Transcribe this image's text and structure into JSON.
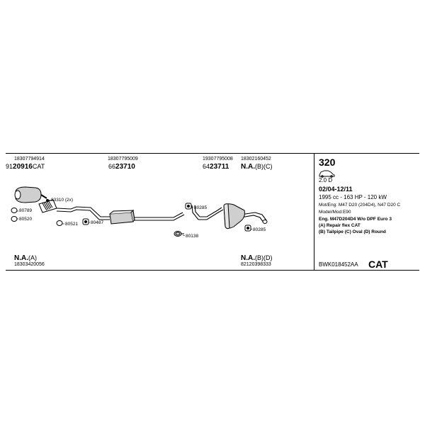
{
  "top_refs": [
    {
      "part_no": "18307794914",
      "prefix": "91",
      "code": "20916",
      "suffix": "CAT"
    },
    {
      "part_no": "18307795009",
      "prefix": "66",
      "code": "23710",
      "suffix": ""
    },
    {
      "part_no": "19307795008",
      "prefix": "64",
      "code": "23711",
      "suffix": ""
    },
    {
      "part_no": "18302160452",
      "prefix": "",
      "code": "N.A.",
      "suffix": "(B)(C)"
    }
  ],
  "bottom_refs": [
    {
      "code": "N.A.",
      "suffix": "(A)",
      "part_no": "18303420056"
    },
    {
      "code": "N.A.",
      "suffix": "(B)(D)",
      "part_no": "82120398333"
    }
  ],
  "fittings": {
    "f83310": "83310 (2x)",
    "f80789": "80789",
    "f80520": "80520",
    "f80521": "80521",
    "f80487": "80487",
    "f80285a": "80285",
    "f80285b": "80285",
    "f80138": "80138"
  },
  "vehicle": {
    "model": "320",
    "engine": "2.0 D",
    "period": "02/04-12/11",
    "power": "1995 cc - 163 HP - 120 kW",
    "mot_eng": "Mot/Eng: M47 D20 (204D4), N47 D20 C",
    "model_mod": "Model/Mod:E90",
    "eng_note": "Eng. M47D204D4   W/o DPF   Euro 3",
    "note_a": "(A) Repair flex CAT",
    "note_b": "(B) Tailpipe (C) Oval (D) Round",
    "kit_code": "BWK018452AA",
    "kit_type": "CAT"
  }
}
